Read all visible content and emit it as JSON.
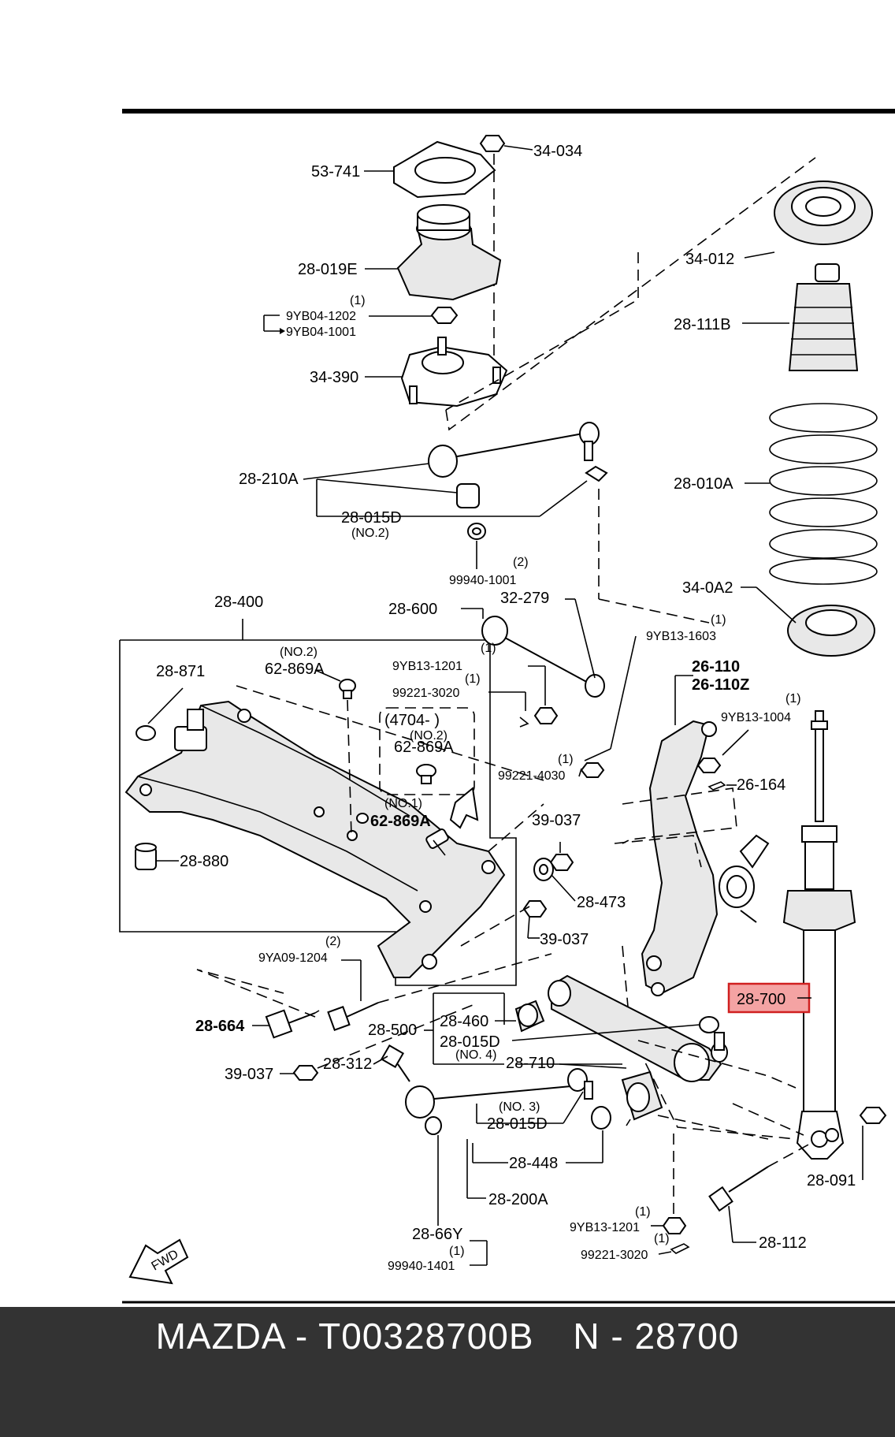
{
  "diagram": {
    "part_labels": {
      "p53741": "53-741",
      "p34034": "34-034",
      "p28019E": "28-019E",
      "qty1a": "(1)",
      "p9YB041202": "9YB04-1202",
      "p9YB041001": "9YB04-1001",
      "p34390": "34-390",
      "p34012": "34-012",
      "p28111B": "28-111B",
      "p28210A": "28-210A",
      "p28015D_top": "28-015D",
      "no2_top": "(NO.2)",
      "p28010A": "28-010A",
      "qty2a": "(2)",
      "p99940_1001": "99940-1001",
      "p34_0A2": "34-0A2",
      "p28400": "28-400",
      "p28600": "28-600",
      "p32279": "32-279",
      "qty1b": "(1)",
      "p9YB13_1603": "9YB13-1603",
      "no2_mid": "(NO.2)",
      "p62869A_a": "62-869A",
      "qty1c": "(1)",
      "p9YB13_1201_a": "9YB13-1201",
      "p26110": "26-110",
      "p26110Z": "26-110Z",
      "p28871": "28-871",
      "qty1d": "(1)",
      "p99221_3020_a": "99221-3020",
      "qty1e": "(1)",
      "p9YB13_1004": "9YB13-1004",
      "range4704": "(4704-   )",
      "no2_box": "(NO.2)",
      "p62869A_box": "62-869A",
      "qty1f": "(1)",
      "p99221_4030": "99221-4030",
      "p26164": "26-164",
      "no1": "(NO.1)",
      "p62869A_bold": "62-869A",
      "p39037_a": "39-037",
      "p28880": "28-880",
      "p28473": "28-473",
      "p39037_b": "39-037",
      "qty2b": "(2)",
      "p9YA09_1204": "9YA09-1204",
      "p28700": "28-700",
      "p28664": "28-664",
      "p28460": "28-460",
      "p28500": "28-500",
      "p28015D_mid": "28-015D",
      "no4": "(NO. 4)",
      "p28710": "28-710",
      "p39037_c": "39-037",
      "p28312": "28-312",
      "no3": "(NO. 3)",
      "p28015D_low": "28-015D",
      "p28448": "28-448",
      "p28091": "28-091",
      "p28200A": "28-200A",
      "qty1g": "(1)",
      "p9YB13_1201_b": "9YB13-1201",
      "p28112": "28-112",
      "qty1h": "(1)",
      "p99221_3020_b": "99221-3020",
      "p2866Y": "28-66Y",
      "qty1i": "(1)",
      "p99940_1401": "99940-1401",
      "fwd": "FWD"
    },
    "highlight_color": "#f4a3a3",
    "highlight_border": "#d02020",
    "highlighted_part": "28-700"
  },
  "footer": {
    "brand": "MAZDA - T00328700B",
    "part_number": "N - 28700",
    "background": "#333333"
  }
}
